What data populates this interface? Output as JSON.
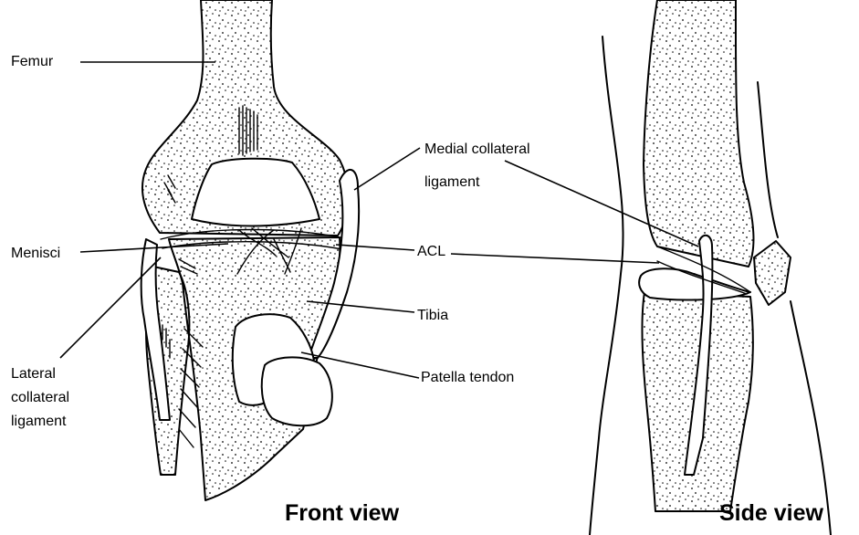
{
  "labels": {
    "femur": "Femur",
    "menisci": "Menisci",
    "lateral_collateral_ligament": [
      "Lateral",
      "collateral",
      "ligament"
    ],
    "medial_collateral_ligament": [
      "Medial collateral",
      "ligament"
    ],
    "acl": "ACL",
    "tibia": "Tibia",
    "patella_tendon": "Patella tendon"
  },
  "captions": {
    "front_view": "Front view",
    "side_view": "Side view"
  }
}
